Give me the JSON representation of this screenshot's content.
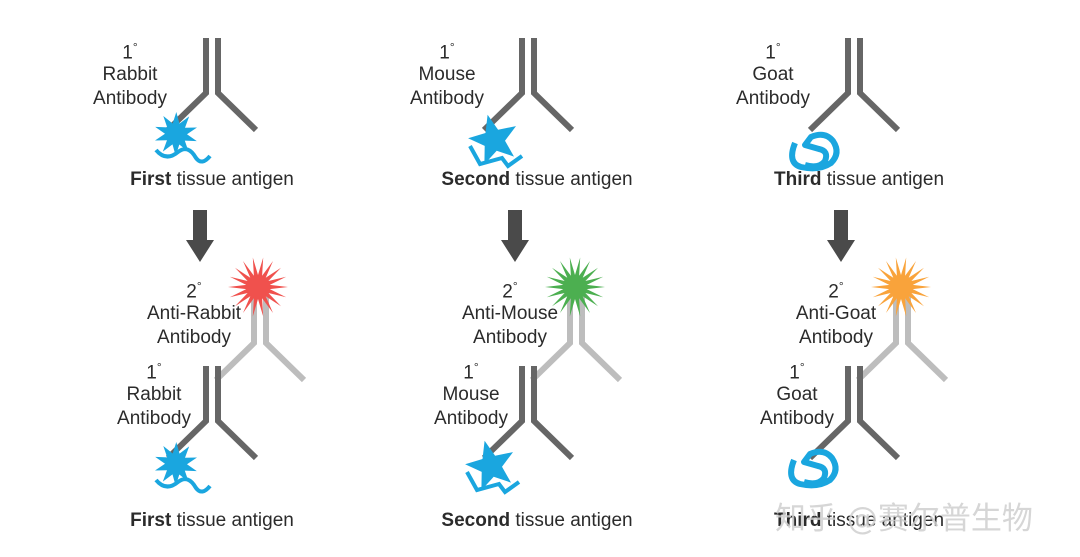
{
  "colors": {
    "primary_antibody": "#666666",
    "secondary_antibody": "#bdbdbd",
    "antigen": "#1aa6df",
    "arrow": "#4a4a4a",
    "text": "#2b2b2b"
  },
  "columns": [
    {
      "primary": {
        "degree": "1",
        "degree_mark": "°",
        "line1": "Rabbit",
        "line2": "Antibody"
      },
      "antigen_label": {
        "bold": "First",
        "rest": " tissue antigen"
      },
      "antigen_shape": "splat",
      "secondary": {
        "degree": "2",
        "degree_mark": "°",
        "line1": "Anti-Rabbit",
        "line2": "Antibody",
        "fluor_color": "#f0514d"
      },
      "bottom_primary": {
        "degree": "1",
        "degree_mark": "°",
        "line1": "Rabbit",
        "line2": "Antibody"
      },
      "bottom_antigen_label": {
        "bold": "First",
        "rest": " tissue antigen"
      }
    },
    {
      "primary": {
        "degree": "1",
        "degree_mark": "°",
        "line1": "Mouse",
        "line2": "Antibody"
      },
      "antigen_label": {
        "bold": "Second",
        "rest": " tissue antigen"
      },
      "antigen_shape": "star",
      "secondary": {
        "degree": "2",
        "degree_mark": "°",
        "line1": "Anti-Mouse",
        "line2": "Antibody",
        "fluor_color": "#4caf50"
      },
      "bottom_primary": {
        "degree": "1",
        "degree_mark": "°",
        "line1": "Mouse",
        "line2": "Antibody"
      },
      "bottom_antigen_label": {
        "bold": "Second",
        "rest": " tissue antigen"
      }
    },
    {
      "primary": {
        "degree": "1",
        "degree_mark": "°",
        "line1": "Goat",
        "line2": "Antibody"
      },
      "antigen_label": {
        "bold": "Third",
        "rest": " tissue antigen"
      },
      "antigen_shape": "scribble",
      "secondary": {
        "degree": "2",
        "degree_mark": "°",
        "line1": "Anti-Goat",
        "line2": "Antibody",
        "fluor_color": "#f9a33b"
      },
      "bottom_primary": {
        "degree": "1",
        "degree_mark": "°",
        "line1": "Goat",
        "line2": "Antibody"
      },
      "bottom_antigen_label": {
        "bold": "Third",
        "rest": " tissue antigen"
      }
    }
  ],
  "watermark": "知乎 @赛尔普生物"
}
